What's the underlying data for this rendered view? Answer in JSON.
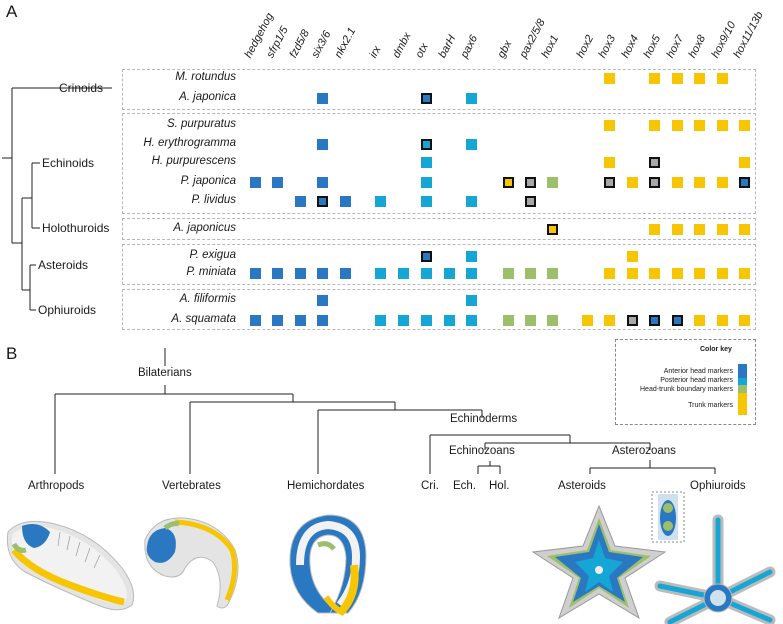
{
  "panel_a_label": "A",
  "panel_b_label": "B",
  "genes": [
    "hedgehog",
    "sfrp1/5",
    "fzd5/8",
    "six3/6",
    "nkx2.1",
    "irx",
    "dmbx",
    "otx",
    "barH",
    "pax6",
    "gbx",
    "pax2/5/8",
    "hox1",
    "hox2",
    "hox3",
    "hox4",
    "hox5",
    "hox7",
    "hox8",
    "hox9/10",
    "hox11/13b"
  ],
  "clades": [
    "Crinoids",
    "Echinoids",
    "Holothuroids",
    "Asteroids",
    "Ophiuroids"
  ],
  "species": [
    "M. rotundus",
    "A. japonica",
    "S. purpuratus",
    "H. erythrogramma",
    "H. purpurescens",
    "P. japonica",
    "P. lividus",
    "A. japonicus",
    "P. exigua",
    "P. miniata",
    "A. filiformis",
    "A. squamata"
  ],
  "colors": {
    "anterior": "#2b78c2",
    "posterior": "#16a6d6",
    "boundary": "#9bbf6b",
    "trunk": "#f7c600",
    "grey": "#a8a8a8"
  },
  "expression_rows": [
    {
      "species": "M. rotundus",
      "cells": [
        [
          14,
          "trunk",
          0
        ],
        [
          16,
          "trunk",
          0
        ],
        [
          17,
          "trunk",
          0
        ],
        [
          18,
          "trunk",
          0
        ],
        [
          19,
          "trunk",
          0
        ]
      ]
    },
    {
      "species": "A. japonica",
      "cells": [
        [
          3,
          "anterior",
          0
        ],
        [
          7,
          "anterior",
          1
        ],
        [
          9,
          "posterior",
          0
        ]
      ]
    },
    {
      "species": "S. purpuratus",
      "cells": [
        [
          14,
          "trunk",
          0
        ],
        [
          16,
          "trunk",
          0
        ],
        [
          17,
          "trunk",
          0
        ],
        [
          18,
          "trunk",
          0
        ],
        [
          19,
          "trunk",
          0
        ],
        [
          20,
          "trunk",
          0
        ]
      ]
    },
    {
      "species": "H. erythrogramma",
      "cells": [
        [
          3,
          "anterior",
          0
        ],
        [
          7,
          "posterior",
          1
        ],
        [
          9,
          "posterior",
          0
        ]
      ]
    },
    {
      "species": "H. purpurescens",
      "cells": [
        [
          7,
          "posterior",
          0
        ],
        [
          14,
          "trunk",
          0
        ],
        [
          16,
          "grey",
          1
        ],
        [
          20,
          "trunk",
          0
        ]
      ]
    },
    {
      "species": "P. japonica",
      "cells": [
        [
          0,
          "anterior",
          0
        ],
        [
          1,
          "anterior",
          0
        ],
        [
          3,
          "anterior",
          0
        ],
        [
          7,
          "posterior",
          0
        ],
        [
          10,
          "trunk",
          1
        ],
        [
          11,
          "grey",
          1
        ],
        [
          12,
          "boundary",
          0
        ],
        [
          14,
          "grey",
          1
        ],
        [
          15,
          "trunk",
          0
        ],
        [
          16,
          "grey",
          1
        ],
        [
          17,
          "trunk",
          0
        ],
        [
          18,
          "trunk",
          0
        ],
        [
          19,
          "trunk",
          0
        ],
        [
          20,
          "anterior",
          1
        ]
      ]
    },
    {
      "species": "P. lividus",
      "cells": [
        [
          2,
          "anterior",
          0
        ],
        [
          3,
          "anterior",
          1
        ],
        [
          4,
          "anterior",
          0
        ],
        [
          5,
          "posterior",
          0
        ],
        [
          7,
          "posterior",
          0
        ],
        [
          9,
          "posterior",
          0
        ],
        [
          11,
          "grey",
          1
        ]
      ]
    },
    {
      "species": "A. japonicus",
      "cells": [
        [
          12,
          "trunk",
          1
        ],
        [
          16,
          "trunk",
          0
        ],
        [
          17,
          "trunk",
          0
        ],
        [
          18,
          "trunk",
          0
        ],
        [
          19,
          "trunk",
          0
        ],
        [
          20,
          "trunk",
          0
        ]
      ]
    },
    {
      "species": "P. exigua",
      "cells": [
        [
          7,
          "anterior",
          1
        ],
        [
          9,
          "posterior",
          0
        ],
        [
          15,
          "trunk",
          0
        ]
      ]
    },
    {
      "species": "P. miniata",
      "cells": [
        [
          0,
          "anterior",
          0
        ],
        [
          1,
          "anterior",
          0
        ],
        [
          2,
          "anterior",
          0
        ],
        [
          3,
          "anterior",
          0
        ],
        [
          4,
          "anterior",
          0
        ],
        [
          5,
          "posterior",
          0
        ],
        [
          6,
          "posterior",
          0
        ],
        [
          7,
          "posterior",
          0
        ],
        [
          8,
          "posterior",
          0
        ],
        [
          9,
          "posterior",
          0
        ],
        [
          10,
          "boundary",
          0
        ],
        [
          11,
          "boundary",
          0
        ],
        [
          12,
          "boundary",
          0
        ],
        [
          14,
          "trunk",
          0
        ],
        [
          15,
          "trunk",
          0
        ],
        [
          16,
          "trunk",
          0
        ],
        [
          17,
          "trunk",
          0
        ],
        [
          18,
          "trunk",
          0
        ],
        [
          19,
          "trunk",
          0
        ],
        [
          20,
          "trunk",
          0
        ]
      ]
    },
    {
      "species": "A. filiformis",
      "cells": [
        [
          3,
          "anterior",
          0
        ],
        [
          9,
          "posterior",
          0
        ]
      ]
    },
    {
      "species": "A. squamata",
      "cells": [
        [
          0,
          "anterior",
          0
        ],
        [
          1,
          "anterior",
          0
        ],
        [
          2,
          "anterior",
          0
        ],
        [
          3,
          "anterior",
          0
        ],
        [
          5,
          "posterior",
          0
        ],
        [
          6,
          "posterior",
          0
        ],
        [
          7,
          "posterior",
          0
        ],
        [
          8,
          "posterior",
          0
        ],
        [
          9,
          "posterior",
          0
        ],
        [
          10,
          "boundary",
          0
        ],
        [
          11,
          "boundary",
          0
        ],
        [
          12,
          "boundary",
          0
        ],
        [
          13,
          "trunk",
          0
        ],
        [
          14,
          "trunk",
          0
        ],
        [
          15,
          "grey",
          1
        ],
        [
          16,
          "anterior",
          1
        ],
        [
          17,
          "anterior",
          1
        ],
        [
          18,
          "trunk",
          0
        ],
        [
          19,
          "trunk",
          0
        ],
        [
          20,
          "trunk",
          0
        ]
      ]
    }
  ],
  "color_key": {
    "title": "Color key",
    "items": [
      "Anterior head markers",
      "Posterior head markers",
      "Head-trunk boundary markers",
      "Trunk markers"
    ]
  },
  "tree_b": {
    "root": "Bilaterians",
    "echinoderms": "Echinoderms",
    "echinozoans": "Echinozoans",
    "asterozoans": "Asterozoans",
    "taxa": [
      "Arthropods",
      "Vertebrates",
      "Hemichordates",
      "Cri.",
      "Ech.",
      "Hol.",
      "Asteroids",
      "Ophiuroids"
    ]
  }
}
